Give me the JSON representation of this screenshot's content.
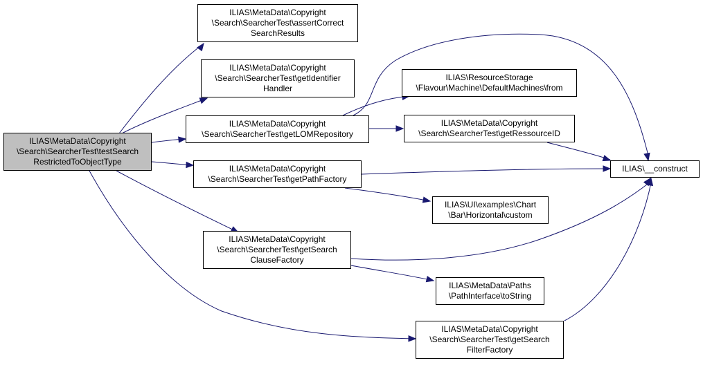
{
  "graph": {
    "edge_color": "#191970",
    "root_fill": "#bfbfbf",
    "nodes": {
      "root": [
        "ILIAS\\MetaData\\Copyright",
        "\\Search\\SearcherTest\\testSearch",
        "RestrictedToObjectType"
      ],
      "assert_correct": [
        "ILIAS\\MetaData\\Copyright",
        "\\Search\\SearcherTest\\assertCorrect",
        "SearchResults"
      ],
      "get_identifier": [
        "ILIAS\\MetaData\\Copyright",
        "\\Search\\SearcherTest\\getIdentifier",
        "Handler"
      ],
      "get_lom": [
        "ILIAS\\MetaData\\Copyright",
        "\\Search\\SearcherTest\\getLOMRepository"
      ],
      "get_path_factory": [
        "ILIAS\\MetaData\\Copyright",
        "\\Search\\SearcherTest\\getPathFactory"
      ],
      "get_search_clause": [
        "ILIAS\\MetaData\\Copyright",
        "\\Search\\SearcherTest\\getSearch",
        "ClauseFactory"
      ],
      "get_search_filter": [
        "ILIAS\\MetaData\\Copyright",
        "\\Search\\SearcherTest\\getSearch",
        "FilterFactory"
      ],
      "flavour_from": [
        "ILIAS\\ResourceStorage",
        "\\Flavour\\Machine\\DefaultMachines\\from"
      ],
      "get_ressource_id": [
        "ILIAS\\MetaData\\Copyright",
        "\\Search\\SearcherTest\\getRessourceID"
      ],
      "construct": [
        "ILIAS\\__construct"
      ],
      "chart_custom": [
        "ILIAS\\UI\\examples\\Chart",
        "\\Bar\\Horizontal\\custom"
      ],
      "to_string": [
        "ILIAS\\MetaData\\Paths",
        "\\PathInterface\\toString"
      ]
    }
  }
}
